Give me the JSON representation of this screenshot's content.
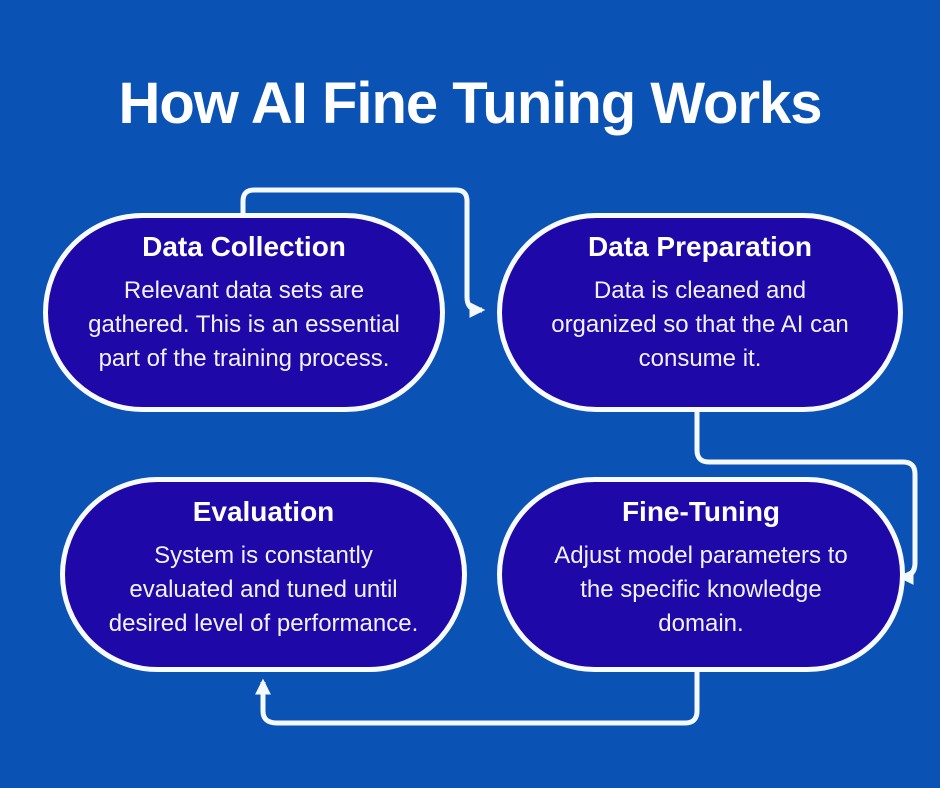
{
  "title": "How AI Fine Tuning Works",
  "colors": {
    "background": "#0a52b4",
    "node_fill": "#1e09a8",
    "node_border": "#f8fbff",
    "connector": "#f4f9ff",
    "title_text": "#ffffff",
    "body_text": "#f3f2fc"
  },
  "nodes": [
    {
      "id": "data-collection",
      "title": "Data Collection",
      "lines": [
        "Relevant data sets are",
        "gathered. This is an essential",
        "part of the training process."
      ]
    },
    {
      "id": "data-preparation",
      "title": "Data Preparation",
      "lines": [
        "Data is cleaned and",
        "organized so that the AI can",
        "consume it."
      ]
    },
    {
      "id": "evaluation",
      "title": "Evaluation",
      "lines": [
        "System is constantly",
        "evaluated and tuned until",
        "desired level of performance."
      ]
    },
    {
      "id": "fine-tuning",
      "title": "Fine-Tuning",
      "lines": [
        "Adjust model parameters to",
        "the specific knowledge",
        "domain."
      ]
    }
  ],
  "connectors": [
    {
      "from": "data-collection",
      "to": "data-preparation"
    },
    {
      "from": "data-preparation",
      "to": "fine-tuning"
    },
    {
      "from": "fine-tuning",
      "to": "evaluation"
    }
  ]
}
